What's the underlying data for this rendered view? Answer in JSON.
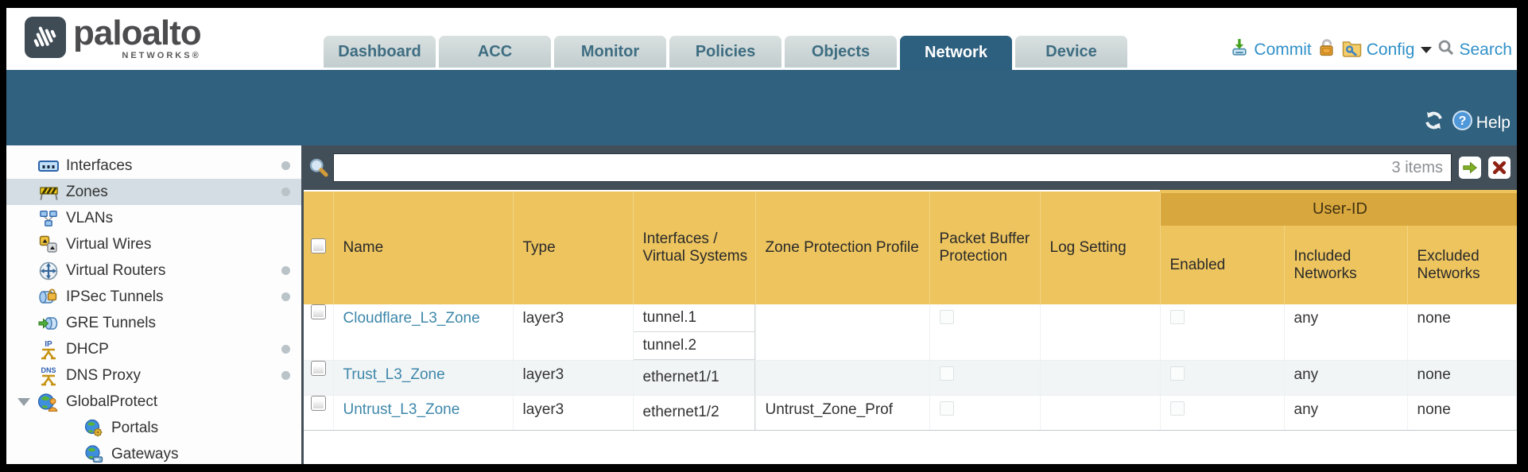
{
  "header": {
    "logo": {
      "brand": "paloalto",
      "sub": "NETWORKS®"
    },
    "tabs": [
      {
        "label": "Dashboard",
        "active": false
      },
      {
        "label": "ACC",
        "active": false
      },
      {
        "label": "Monitor",
        "active": false
      },
      {
        "label": "Policies",
        "active": false
      },
      {
        "label": "Objects",
        "active": false
      },
      {
        "label": "Network",
        "active": true
      },
      {
        "label": "Device",
        "active": false
      }
    ],
    "actions": {
      "commit": "Commit",
      "config": "Config",
      "search": "Search"
    }
  },
  "toolbar": {
    "help_label": "Help"
  },
  "sidebar": {
    "items": [
      {
        "label": "Interfaces",
        "icon": "interfaces-icon",
        "dot": true
      },
      {
        "label": "Zones",
        "icon": "zones-icon",
        "dot": true,
        "selected": true
      },
      {
        "label": "VLANs",
        "icon": "vlans-icon",
        "dot": false
      },
      {
        "label": "Virtual Wires",
        "icon": "virtual-wires-icon",
        "dot": false
      },
      {
        "label": "Virtual Routers",
        "icon": "virtual-routers-icon",
        "dot": true
      },
      {
        "label": "IPSec Tunnels",
        "icon": "ipsec-tunnels-icon",
        "dot": true
      },
      {
        "label": "GRE Tunnels",
        "icon": "gre-tunnels-icon",
        "dot": false
      },
      {
        "label": "DHCP",
        "icon": "dhcp-icon",
        "dot": true
      },
      {
        "label": "DNS Proxy",
        "icon": "dns-proxy-icon",
        "dot": true
      },
      {
        "label": "GlobalProtect",
        "icon": "globalprotect-icon",
        "dot": false,
        "expanded": true
      },
      {
        "label": "Portals",
        "icon": "portals-icon",
        "dot": false,
        "child": true
      },
      {
        "label": "Gateways",
        "icon": "gateways-icon",
        "dot": false,
        "child": true
      }
    ]
  },
  "filterbar": {
    "value": "",
    "items_count": "3 items"
  },
  "table": {
    "group_header": "User-ID",
    "columns": [
      "Name",
      "Type",
      "Interfaces / Virtual Systems",
      "Zone Protection Profile",
      "Packet Buffer Protection",
      "Log Setting",
      "Enabled",
      "Included Networks",
      "Excluded Networks"
    ],
    "rows": [
      {
        "name": "Cloudflare_L3_Zone",
        "type": "layer3",
        "interfaces": [
          "tunnel.1",
          "tunnel.2"
        ],
        "zone_protection_profile": "",
        "packet_buffer_protection": false,
        "log_setting": "",
        "enabled": false,
        "included_networks": "any",
        "excluded_networks": "none"
      },
      {
        "name": "Trust_L3_Zone",
        "type": "layer3",
        "interfaces": [
          "ethernet1/1"
        ],
        "zone_protection_profile": "",
        "packet_buffer_protection": false,
        "log_setting": "",
        "enabled": false,
        "included_networks": "any",
        "excluded_networks": "none"
      },
      {
        "name": "Untrust_L3_Zone",
        "type": "layer3",
        "interfaces": [
          "ethernet1/2"
        ],
        "zone_protection_profile": "Untrust_Zone_Prof",
        "packet_buffer_protection": false,
        "log_setting": "",
        "enabled": false,
        "included_networks": "any",
        "excluded_networks": "none"
      }
    ]
  },
  "colors": {
    "header_teal": "#30617e",
    "toolbar_slate": "#424e58",
    "table_header_amber": "#edc45e",
    "group_header_amber": "#d8a73e",
    "link_blue": "#3d87aa",
    "action_blue": "#3091c9"
  }
}
